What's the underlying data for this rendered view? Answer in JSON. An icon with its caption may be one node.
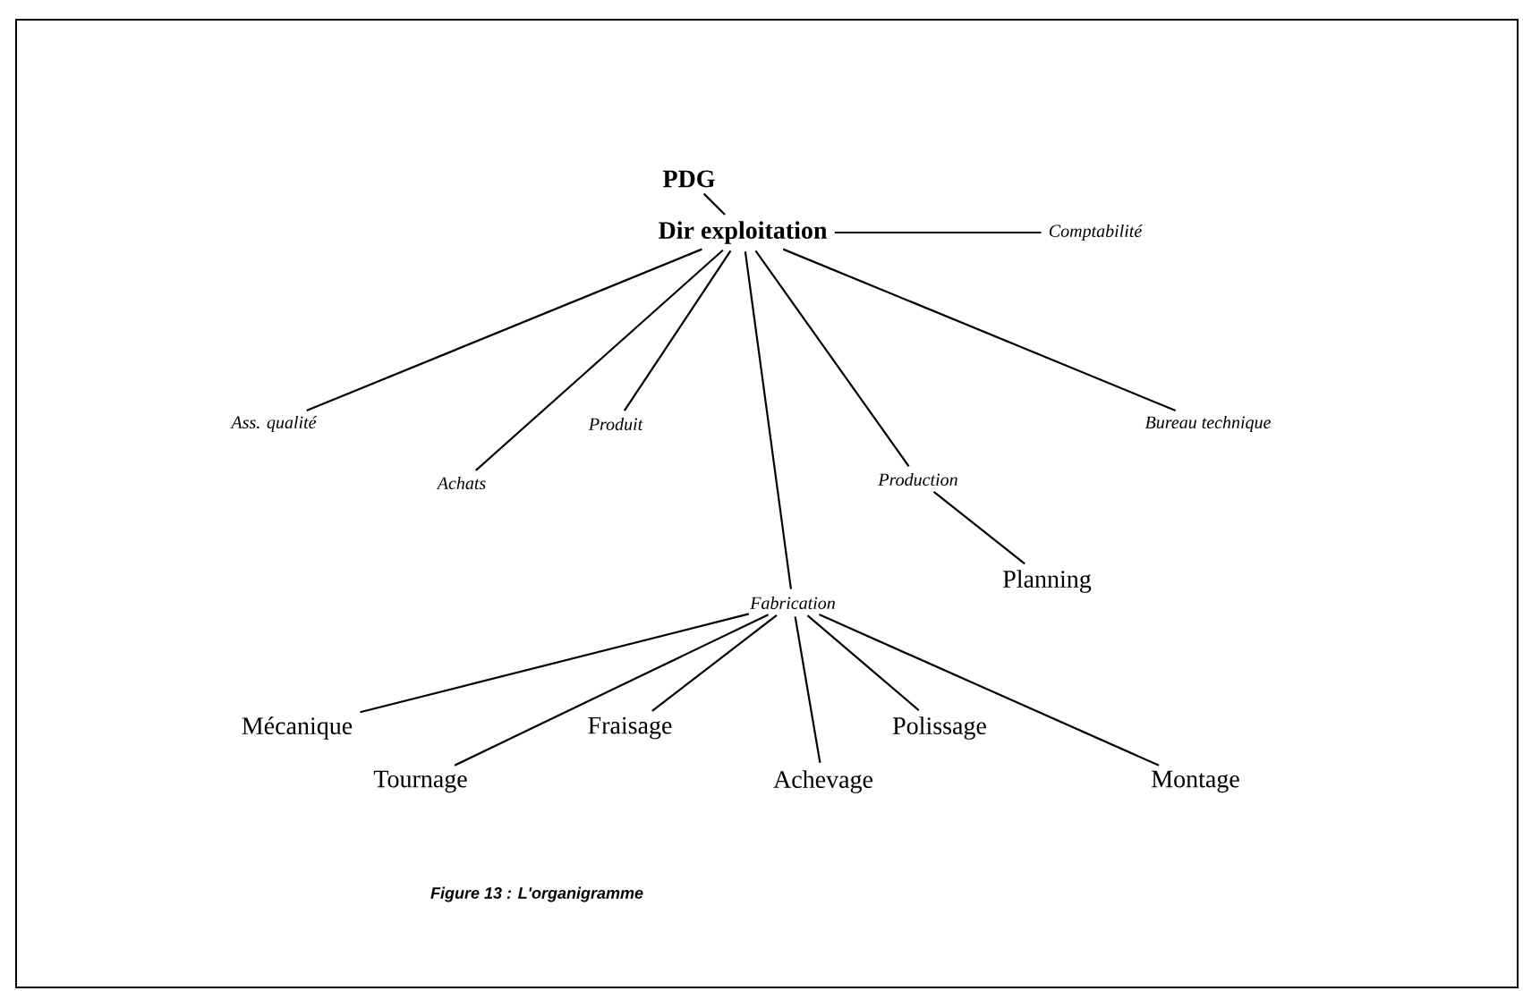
{
  "diagram": {
    "caption": "Figure 13 : L'organigramme",
    "nodes": [
      {
        "text": [
          "PDG"
        ]
      },
      {
        "text": [
          "Dir exploitation"
        ]
      },
      {
        "text": [
          "Comptabilité"
        ]
      },
      {
        "text": [
          "Ass. qualité"
        ]
      },
      {
        "text": [
          "Achats"
        ]
      },
      {
        "text": [
          "Produit"
        ]
      },
      {
        "text": [
          "Production"
        ]
      },
      {
        "text": [
          "Bureau technique"
        ]
      },
      {
        "text": [
          "Fabrication"
        ]
      },
      {
        "text": [
          "Planning"
        ]
      },
      {
        "text": [
          "Mécanique"
        ]
      },
      {
        "text": [
          "Tournage"
        ]
      },
      {
        "text": [
          "Fraisage"
        ]
      },
      {
        "text": [
          "Achevage"
        ]
      },
      {
        "text": [
          "Polissage"
        ]
      },
      {
        "text": [
          "Montage"
        ]
      }
    ],
    "edges": [
      {
        "from": 0,
        "to": 1,
        "arrow": "none"
      },
      {
        "from": 1,
        "to": 2,
        "arrow": "none"
      },
      {
        "from": 1,
        "to": 3,
        "arrow": "none"
      },
      {
        "from": 1,
        "to": 4,
        "arrow": "none"
      },
      {
        "from": 1,
        "to": 5,
        "arrow": "none"
      },
      {
        "from": 1,
        "to": 8,
        "arrow": "none"
      },
      {
        "from": 1,
        "to": 6,
        "arrow": "none"
      },
      {
        "from": 1,
        "to": 7,
        "arrow": "none"
      },
      {
        "from": 6,
        "to": 9,
        "arrow": "none"
      },
      {
        "from": 8,
        "to": 10,
        "arrow": "none"
      },
      {
        "from": 8,
        "to": 11,
        "arrow": "none"
      },
      {
        "from": 8,
        "to": 12,
        "arrow": "none"
      },
      {
        "from": 8,
        "to": 13,
        "arrow": "none"
      },
      {
        "from": 8,
        "to": 14,
        "arrow": "none"
      },
      {
        "from": 8,
        "to": 15,
        "arrow": "none"
      }
    ]
  }
}
